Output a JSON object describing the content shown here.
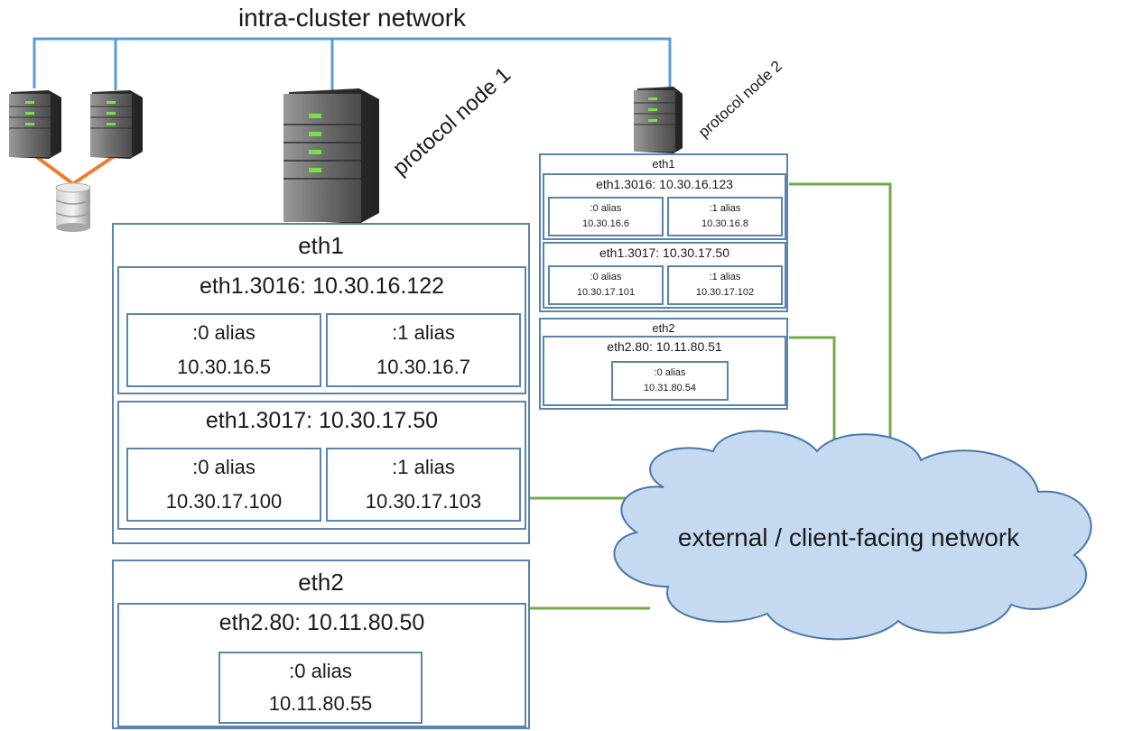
{
  "network": {
    "intra_cluster": "intra-cluster network",
    "external": "external / client-facing network"
  },
  "colors": {
    "intra_line": "#5b9bd5",
    "external_line": "#70ad47",
    "storage_line": "#ed7d31",
    "box_border": "#5b84ad",
    "cloud_fill": "#c5daf0",
    "cloud_stroke": "#4a76a8"
  },
  "node1": {
    "label": "protocol node 1",
    "eth1": {
      "title": "eth1",
      "vlans": [
        {
          "title": "eth1.3016: 10.30.16.122",
          "aliases": [
            {
              "name": ":0 alias",
              "ip": "10.30.16.5"
            },
            {
              "name": ":1 alias",
              "ip": "10.30.16.7"
            }
          ]
        },
        {
          "title": "eth1.3017: 10.30.17.50",
          "aliases": [
            {
              "name": ":0 alias",
              "ip": "10.30.17.100"
            },
            {
              "name": ":1 alias",
              "ip": "10.30.17.103"
            }
          ]
        }
      ]
    },
    "eth2": {
      "title": "eth2",
      "vlan": {
        "title": "eth2.80: 10.11.80.50",
        "alias": {
          "name": ":0 alias",
          "ip": "10.11.80.55"
        }
      }
    }
  },
  "node2": {
    "label": "protocol node 2",
    "eth1": {
      "title": "eth1",
      "vlans": [
        {
          "title": "eth1.3016: 10.30.16.123",
          "aliases": [
            {
              "name": ":0 alias",
              "ip": "10.30.16.6"
            },
            {
              "name": ":1 alias",
              "ip": "10.30.16.8"
            }
          ]
        },
        {
          "title": "eth1.3017: 10.30.17.50",
          "aliases": [
            {
              "name": ":0 alias",
              "ip": "10.30.17.101"
            },
            {
              "name": ":1 alias",
              "ip": "10.30.17.102"
            }
          ]
        }
      ]
    },
    "eth2": {
      "title": "eth2",
      "vlan": {
        "title": "eth2.80: 10.11.80.51",
        "alias": {
          "name": ":0 alias",
          "ip": "10.31.80.54"
        }
      }
    }
  }
}
